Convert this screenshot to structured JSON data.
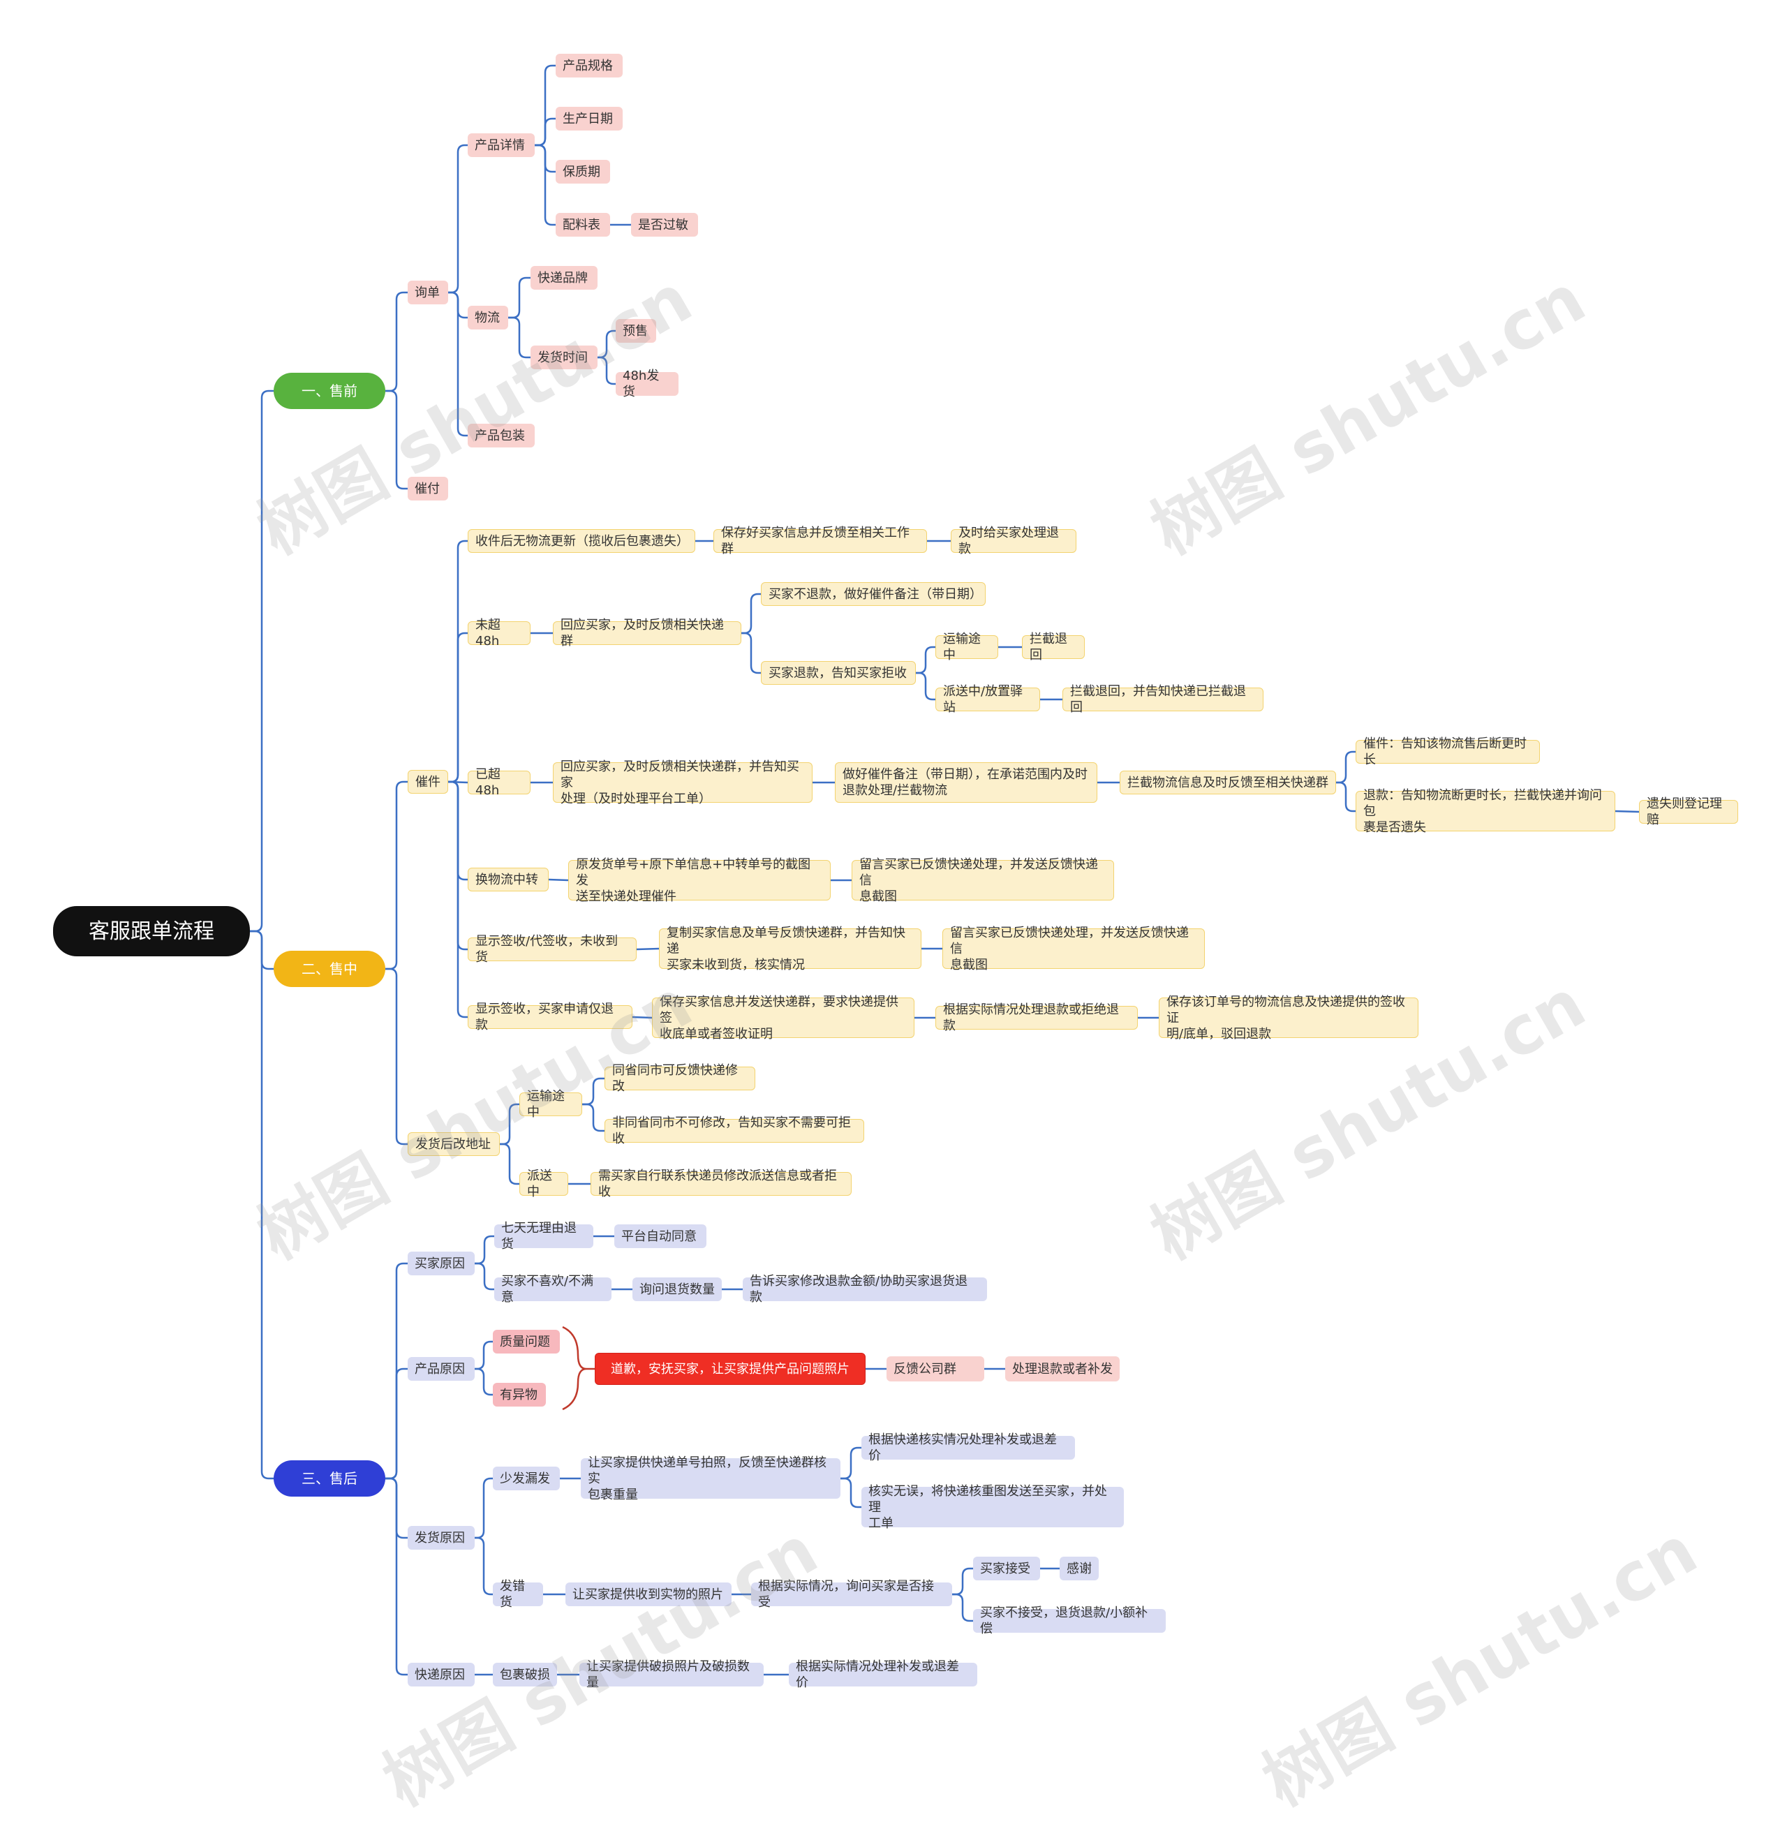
{
  "title": "客服跟单流程",
  "colors": {
    "presale": "#58b23e",
    "insale": "#f2b516",
    "aftersale": "#2f3fd6",
    "root": "#111111",
    "line": "#3b6fc4",
    "brace": "#c0392b"
  },
  "branches": {
    "presale": "一、售前",
    "insale": "二、售中",
    "aftersale": "三、售后"
  },
  "presale": {
    "inquiry": "询单",
    "product_detail": "产品详情",
    "spec": "产品规格",
    "mfg_date": "生产日期",
    "shelf_life": "保质期",
    "ingredients": "配料表",
    "allergy": "是否过敏",
    "logistics": "物流",
    "express_brand": "快递品牌",
    "ship_time": "发货时间",
    "presell": "预售",
    "ship48": "48h发货",
    "packaging": "产品包装",
    "urge_pay": "催付"
  },
  "insale": {
    "urge": "催件",
    "lost": "收件后无物流更新（揽收后包裹遗失）",
    "lost_a": "保存好买家信息并反馈至相关工作群",
    "lost_b": "及时给买家处理退款",
    "under48": "未超48h",
    "under48_a": "回应买家，及时反馈相关快递群",
    "no_refund": "买家不退款，做好催件备注（带日期）",
    "refund": "买家退款，告知买家拒收",
    "in_transit": "运输途中",
    "intercept": "拦截退回",
    "delivering": "派送中/放置驿站",
    "intercept_notify": "拦截退回，并告知快递已拦截退回",
    "over48": "已超48h",
    "over48_a": "回应买家，及时反馈相关快递群，并告知买家\n处理（及时处理平台工单）",
    "over48_b": "做好催件备注（带日期），在承诺范围内及时\n退款处理/拦截物流",
    "over48_c": "拦截物流信息及时反馈至相关快递群",
    "urge_item": "催件：告知该物流售后断更时长",
    "refund_item": "退款：告知物流断更时长，拦截快递并询问包\n裹是否遗失",
    "lost_register": "遗失则登记理赔",
    "transfer": "换物流中转",
    "transfer_a": "原发货单号+原下单信息+中转单号的截图发\n送至快递处理催件",
    "transfer_b": "留言买家已反馈快递处理，并发送反馈快递信\n息截图",
    "signed": "显示签收/代签收，未收到货",
    "signed_a": "复制买家信息及单号反馈快递群，并告知快递\n买家未收到货，核实情况",
    "signed_b": "留言买家已反馈快递处理，并发送反馈快递信\n息截图",
    "signed_refund": "显示签收，买家申请仅退款",
    "signed_refund_a": "保存买家信息并发送快递群，要求快递提供签\n收底单或者签收证明",
    "signed_refund_b": "根据实际情况处理退款或拒绝退款",
    "signed_refund_c": "保存该订单号的物流信息及快递提供的签收证\n明/底单，驳回退款",
    "change_addr": "发货后改地址",
    "addr_transit": "运输途中",
    "same_city": "同省同市可反馈快递修改",
    "diff_city": "非同省同市不可修改，告知买家不需要可拒收",
    "addr_delivering": "派送中",
    "addr_delivering_a": "需买家自行联系快递员修改派送信息或者拒收"
  },
  "aftersale": {
    "buyer": "买家原因",
    "seven_days": "七天无理由退货",
    "auto_agree": "平台自动同意",
    "dislike": "买家不喜欢/不满意",
    "ask_qty": "询问退货数量",
    "tell_modify": "告诉买家修改退款金额/协助买家退货退款",
    "product": "产品原因",
    "quality": "质量问题",
    "foreign": "有异物",
    "apologize": "道歉，安抚买家，让买家提供产品问题照片",
    "feedback": "反馈公司群",
    "handle": "处理退款或者补发",
    "shipping": "发货原因",
    "missing": "少发漏发",
    "missing_a": "让买家提供快递单号拍照，反馈至快递群核实\n包裹重量",
    "missing_b": "根据快递核实情况处理补发或退差价",
    "missing_c": "核实无误，将快递核重图发送至买家，并处理\n工单",
    "wrong": "发错货",
    "wrong_a": "让买家提供收到实物的照片",
    "wrong_b": "根据实际情况，询问买家是否接受",
    "accept": "买家接受",
    "thanks": "感谢",
    "reject": "买家不接受，退货退款/小额补偿",
    "courier": "快递原因",
    "damaged": "包裹破损",
    "damaged_a": "让买家提供破损照片及破损数量",
    "damaged_b": "根据实际情况处理补发或退差价"
  },
  "watermark": "树图 shutu.cn"
}
